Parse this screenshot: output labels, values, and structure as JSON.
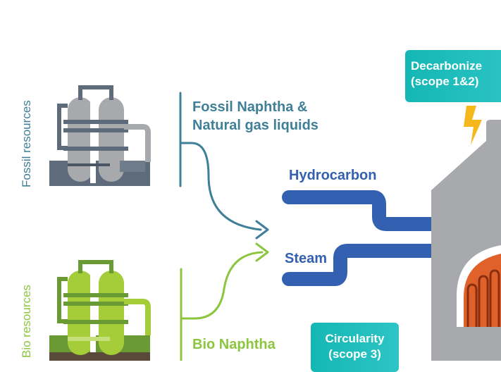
{
  "resources": {
    "fossil": "Fossil resources",
    "bio": "Bio resources"
  },
  "feeds": {
    "fossil_line1": "Fossil Naphtha &",
    "fossil_line2": "Natural gas liquids",
    "bio": "Bio Naphtha"
  },
  "streams": {
    "hydrocarbon": "Hydrocarbon",
    "steam": "Steam"
  },
  "boxes": {
    "decarbonize_line1": "Decarbonize",
    "decarbonize_line2": "(scope 1&2)",
    "circularity_line1": "Circularity",
    "circularity_line2": "(scope 3)"
  },
  "colors": {
    "fossil": "#3f7f98",
    "bio": "#8cc63f",
    "stream": "#3360b0",
    "teal": "#1fbcbc",
    "furnace": "#a7a9ac",
    "coil": "#e0622a",
    "lightning": "#f5b81c"
  },
  "icons": [
    "fossil-plant-icon",
    "bio-plant-icon",
    "furnace-icon",
    "lightning-icon"
  ]
}
